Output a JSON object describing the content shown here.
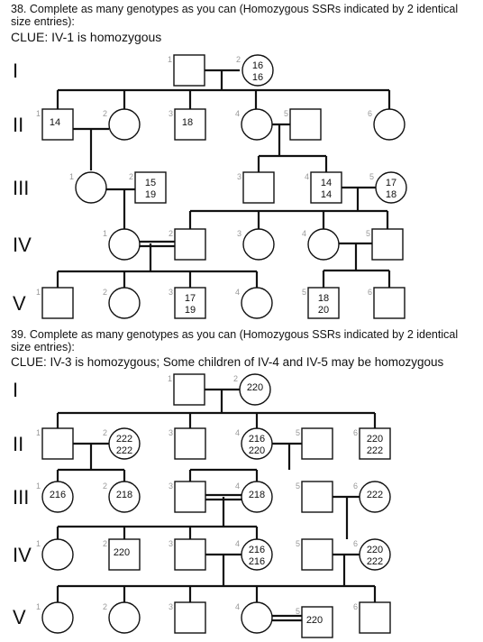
{
  "q38": {
    "title": "38. Complete as many genotypes as you can (Homozygous SSRs indicated by 2 identical size entries):",
    "clue": "CLUE: IV-1 is homozygous",
    "generations": [
      "I",
      "II",
      "III",
      "IV",
      "V"
    ],
    "individuals": [
      {
        "id": "I-1",
        "num": "1",
        "g": []
      },
      {
        "id": "I-2",
        "num": "2",
        "g": [
          "16",
          "16"
        ]
      },
      {
        "id": "II-1",
        "num": "1",
        "g": [
          "14"
        ]
      },
      {
        "id": "II-2",
        "num": "2",
        "g": []
      },
      {
        "id": "II-3",
        "num": "3",
        "g": [
          "18"
        ]
      },
      {
        "id": "II-4",
        "num": "4",
        "g": []
      },
      {
        "id": "II-5",
        "num": "5",
        "g": []
      },
      {
        "id": "II-6",
        "num": "6",
        "g": []
      },
      {
        "id": "III-1",
        "num": "1",
        "g": []
      },
      {
        "id": "III-2",
        "num": "2",
        "g": [
          "15",
          "19"
        ]
      },
      {
        "id": "III-3",
        "num": "3",
        "g": []
      },
      {
        "id": "III-4",
        "num": "4",
        "g": [
          "14",
          "14"
        ]
      },
      {
        "id": "III-5",
        "num": "5",
        "g": [
          "17",
          "18"
        ]
      },
      {
        "id": "IV-1",
        "num": "1",
        "g": []
      },
      {
        "id": "IV-2",
        "num": "2",
        "g": []
      },
      {
        "id": "IV-3",
        "num": "3",
        "g": []
      },
      {
        "id": "IV-4",
        "num": "4",
        "g": []
      },
      {
        "id": "IV-5",
        "num": "5",
        "g": []
      },
      {
        "id": "V-1",
        "num": "1",
        "g": []
      },
      {
        "id": "V-2",
        "num": "2",
        "g": []
      },
      {
        "id": "V-3",
        "num": "3",
        "g": [
          "17",
          "19"
        ]
      },
      {
        "id": "V-4",
        "num": "4",
        "g": []
      },
      {
        "id": "V-5",
        "num": "5",
        "g": [
          "18",
          "20"
        ]
      },
      {
        "id": "V-6",
        "num": "6",
        "g": []
      }
    ]
  },
  "q39": {
    "title": "39. Complete as many genotypes as you can (Homozygous SSRs indicated by 2 identical size entries):",
    "clue": "CLUE: IV-3 is homozygous; Some children of IV-4 and IV-5 may be homozygous",
    "generations": [
      "I",
      "II",
      "III",
      "IV",
      "V"
    ],
    "individuals": [
      {
        "id": "I-1",
        "num": "1",
        "g": []
      },
      {
        "id": "I-2",
        "num": "2",
        "g": [
          "220"
        ]
      },
      {
        "id": "II-1",
        "num": "1",
        "g": []
      },
      {
        "id": "II-2",
        "num": "2",
        "g": [
          "222",
          "222"
        ]
      },
      {
        "id": "II-3",
        "num": "3",
        "g": []
      },
      {
        "id": "II-4",
        "num": "4",
        "g": [
          "216",
          "220"
        ]
      },
      {
        "id": "II-5",
        "num": "5",
        "g": []
      },
      {
        "id": "II-6",
        "num": "6",
        "g": [
          "220",
          "222"
        ]
      },
      {
        "id": "III-1",
        "num": "1",
        "g": [
          "216"
        ]
      },
      {
        "id": "III-2",
        "num": "2",
        "g": [
          "218"
        ]
      },
      {
        "id": "III-3",
        "num": "3",
        "g": []
      },
      {
        "id": "III-4",
        "num": "4",
        "g": [
          "218"
        ]
      },
      {
        "id": "III-5",
        "num": "5",
        "g": []
      },
      {
        "id": "III-6",
        "num": "6",
        "g": [
          "222"
        ]
      },
      {
        "id": "IV-1",
        "num": "1",
        "g": []
      },
      {
        "id": "IV-2",
        "num": "2",
        "g": [
          "220"
        ]
      },
      {
        "id": "IV-3",
        "num": "3",
        "g": []
      },
      {
        "id": "IV-4",
        "num": "4",
        "g": [
          "216",
          "216"
        ]
      },
      {
        "id": "IV-5",
        "num": "5",
        "g": []
      },
      {
        "id": "IV-6",
        "num": "6",
        "g": [
          "220",
          "222"
        ]
      },
      {
        "id": "V-1",
        "num": "1",
        "g": []
      },
      {
        "id": "V-2",
        "num": "2",
        "g": []
      },
      {
        "id": "V-3",
        "num": "3",
        "g": []
      },
      {
        "id": "V-4",
        "num": "4",
        "g": []
      },
      {
        "id": "V-5",
        "num": "5",
        "g": [
          "220"
        ]
      },
      {
        "id": "V-6",
        "num": "6",
        "g": []
      }
    ]
  }
}
